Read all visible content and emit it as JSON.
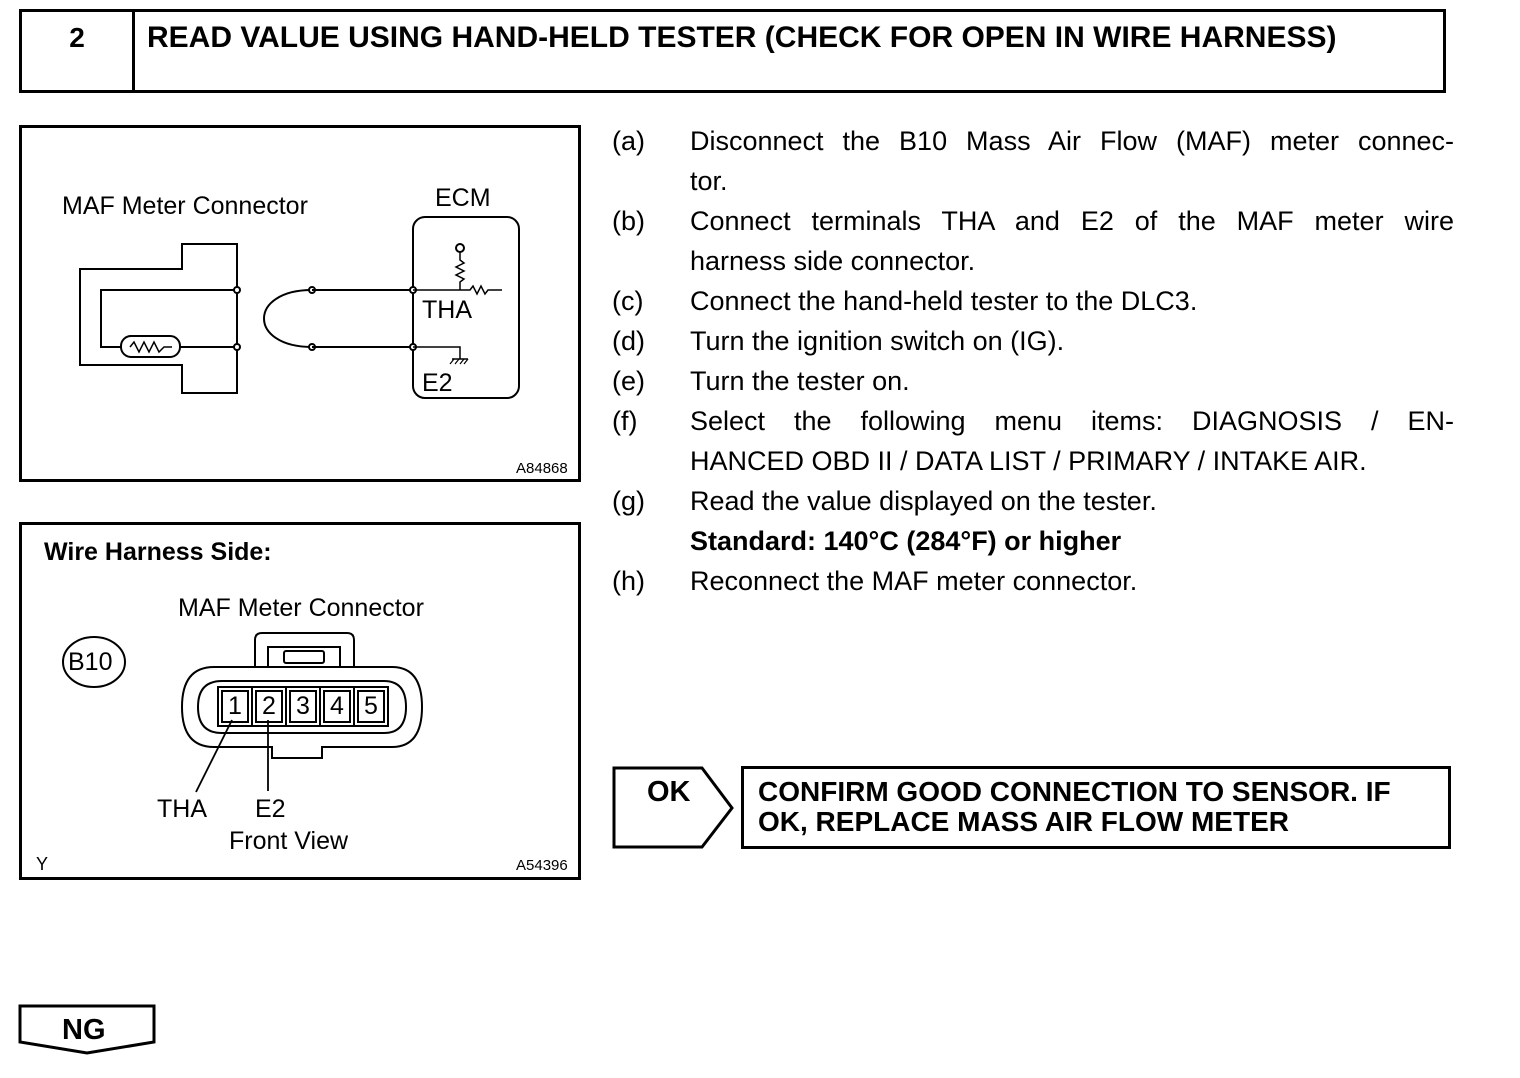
{
  "step": {
    "number": "2",
    "title": "READ VALUE USING HAND-HELD TESTER (CHECK FOR OPEN IN WIRE HARNESS)"
  },
  "figure1": {
    "connector_label": "MAF Meter Connector",
    "ecm_label": "ECM",
    "tha_label": "THA",
    "e2_label": "E2",
    "code": "A84868"
  },
  "figure2": {
    "side_label": "Wire Harness Side:",
    "connector_label": "MAF Meter Connector",
    "connector_id": "B10",
    "pins": [
      "1",
      "2",
      "3",
      "4",
      "5"
    ],
    "tha_label": "THA",
    "e2_label": "E2",
    "view_label": "Front View",
    "corner_mark": "Y",
    "code": "A54396"
  },
  "procedure": [
    {
      "letter": "(a)",
      "lines": [
        "Disconnect the B10 Mass Air Flow (MAF) meter connec-",
        "tor."
      ]
    },
    {
      "letter": "(b)",
      "lines": [
        "Connect terminals THA and E2 of the MAF meter wire",
        "harness side connector."
      ]
    },
    {
      "letter": "(c)",
      "lines": [
        "Connect the hand-held tester to the DLC3."
      ]
    },
    {
      "letter": "(d)",
      "lines": [
        "Turn the ignition switch on (IG)."
      ]
    },
    {
      "letter": "(e)",
      "lines": [
        "Turn the tester on."
      ]
    },
    {
      "letter": "(f)",
      "lines": [
        "Select the following menu items: DIAGNOSIS / EN-",
        "HANCED OBD II / DATA LIST / PRIMARY / INTAKE AIR."
      ]
    },
    {
      "letter": "(g)",
      "lines": [
        "Read the value displayed on the tester."
      ]
    },
    {
      "letter": "",
      "lines": [
        "Standard: 140°C (284°F) or higher"
      ]
    },
    {
      "letter": "(h)",
      "lines": [
        "Reconnect the MAF meter connector."
      ]
    }
  ],
  "ok": {
    "label": "OK",
    "action_line1": "CONFIRM GOOD CONNECTION TO SENSOR. IF",
    "action_line2": "OK, REPLACE MASS AIR FLOW METER"
  },
  "ng": {
    "label": "NG"
  }
}
